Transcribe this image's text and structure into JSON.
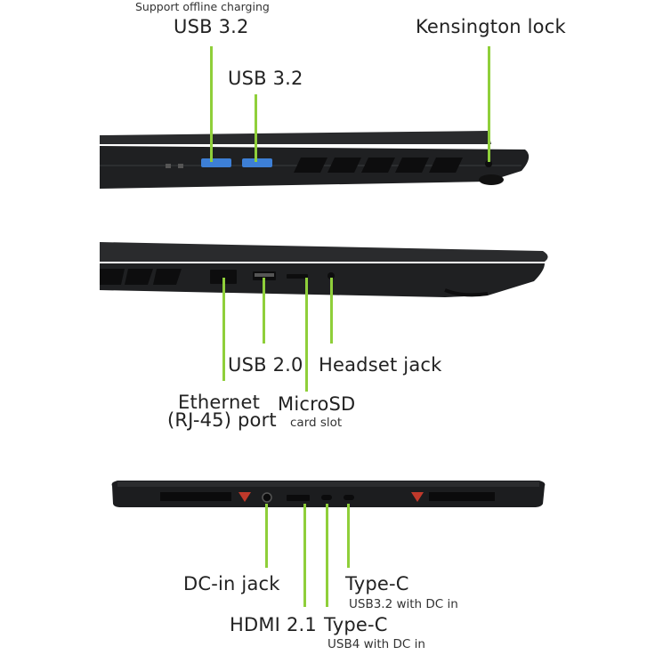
{
  "labels": {
    "usb_offline_note": "Support offline charging",
    "usb32_a": "USB 3.2",
    "usb32_b": "USB 3.2",
    "kensington": "Kensington lock",
    "usb20": "USB 2.0",
    "headset": "Headset jack",
    "ethernet_line1": "Ethernet",
    "ethernet_line2": "(RJ-45) port",
    "microsd": "MicroSD",
    "microsd_sub": "card slot",
    "dc_in": "DC-in jack",
    "typec_a": "Type-C",
    "typec_a_sub": "USB3.2 with DC in",
    "hdmi": "HDMI 2.1",
    "typec_b": "Type-C",
    "typec_b_sub": "USB4 with DC in"
  },
  "colors": {
    "callout": "#8fcf3a",
    "chassis": "#2a2b2d",
    "chassis_dark": "#161718",
    "port_blue": "#3d7fd6",
    "accent_red": "#c0392b"
  },
  "icons": [
    "usb-port-icon",
    "ethernet-port-icon",
    "vent-icon",
    "lock-slot-icon",
    "audio-jack-icon",
    "hdmi-port-icon",
    "usb-c-port-icon",
    "dc-jack-icon"
  ]
}
